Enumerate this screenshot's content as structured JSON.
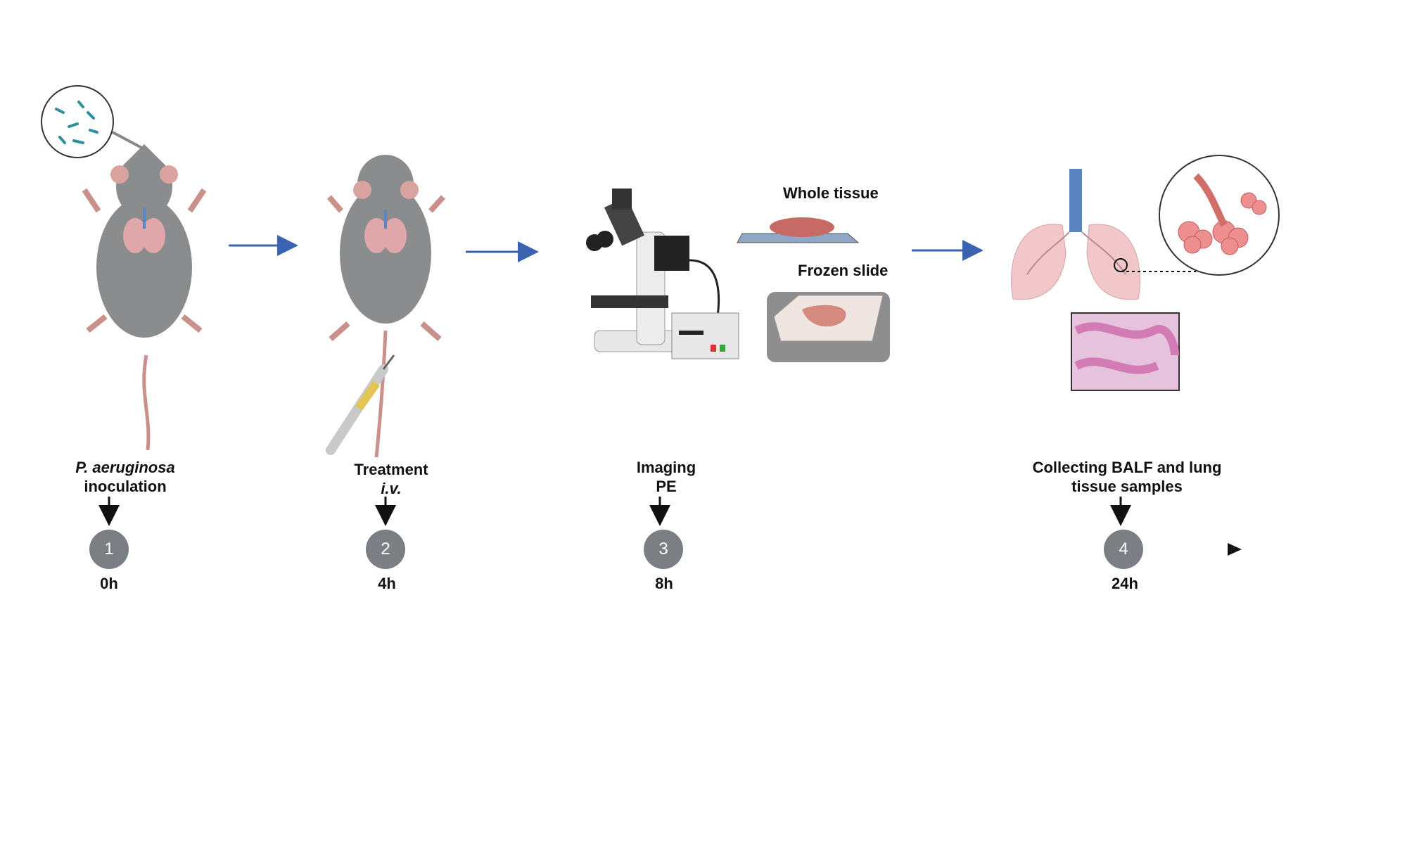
{
  "steps": [
    {
      "label_italic": "P. aeruginosa",
      "label": "inoculation",
      "number": "1",
      "time": "0h"
    },
    {
      "label": "Treatment",
      "label_italic": "i.v.",
      "number": "2",
      "time": "4h"
    },
    {
      "label": "Imaging",
      "label2": "PE",
      "number": "3",
      "time": "8h"
    },
    {
      "label": "Collecting BALF and lung",
      "label2": "tissue samples",
      "number": "4",
      "time": "24h"
    }
  ],
  "captions": {
    "whole_tissue": "Whole tissue",
    "frozen_slide": "Frozen slide"
  },
  "colors": {
    "flow_arrow": "#3b63b0",
    "step_circle": "#7b7f83",
    "mouse": "#8b8c8e",
    "lung": "#e8b4b8",
    "trachea": "#5d84c2",
    "tissue": "#c76a66"
  }
}
